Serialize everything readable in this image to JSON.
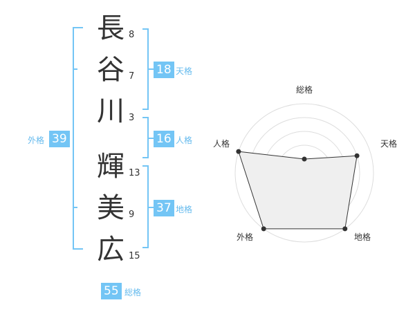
{
  "name_chars": [
    {
      "char": "長",
      "strokes": "8"
    },
    {
      "char": "谷",
      "strokes": "7"
    },
    {
      "char": "川",
      "strokes": "3"
    },
    {
      "char": "輝",
      "strokes": "13"
    },
    {
      "char": "美",
      "strokes": "9"
    },
    {
      "char": "広",
      "strokes": "15"
    }
  ],
  "fortune": {
    "tenkaku": {
      "label": "天格",
      "value": "18"
    },
    "jinkaku": {
      "label": "人格",
      "value": "16"
    },
    "chikaku": {
      "label": "地格",
      "value": "37"
    },
    "gaikaku": {
      "label": "外格",
      "value": "39"
    },
    "soukaku": {
      "label": "総格",
      "value": "55"
    }
  },
  "radar": {
    "axis_labels": [
      "総格",
      "天格",
      "地格",
      "外格",
      "人格"
    ],
    "levels": 5,
    "values": [
      1,
      4,
      5,
      5,
      5
    ],
    "fill_color": "#efefef",
    "line_color": "#333333",
    "grid_color": "#dddddd"
  },
  "colors": {
    "accent": "#73c5f5",
    "accent_text": "#66bbee",
    "bracket": "#73c5f5"
  }
}
